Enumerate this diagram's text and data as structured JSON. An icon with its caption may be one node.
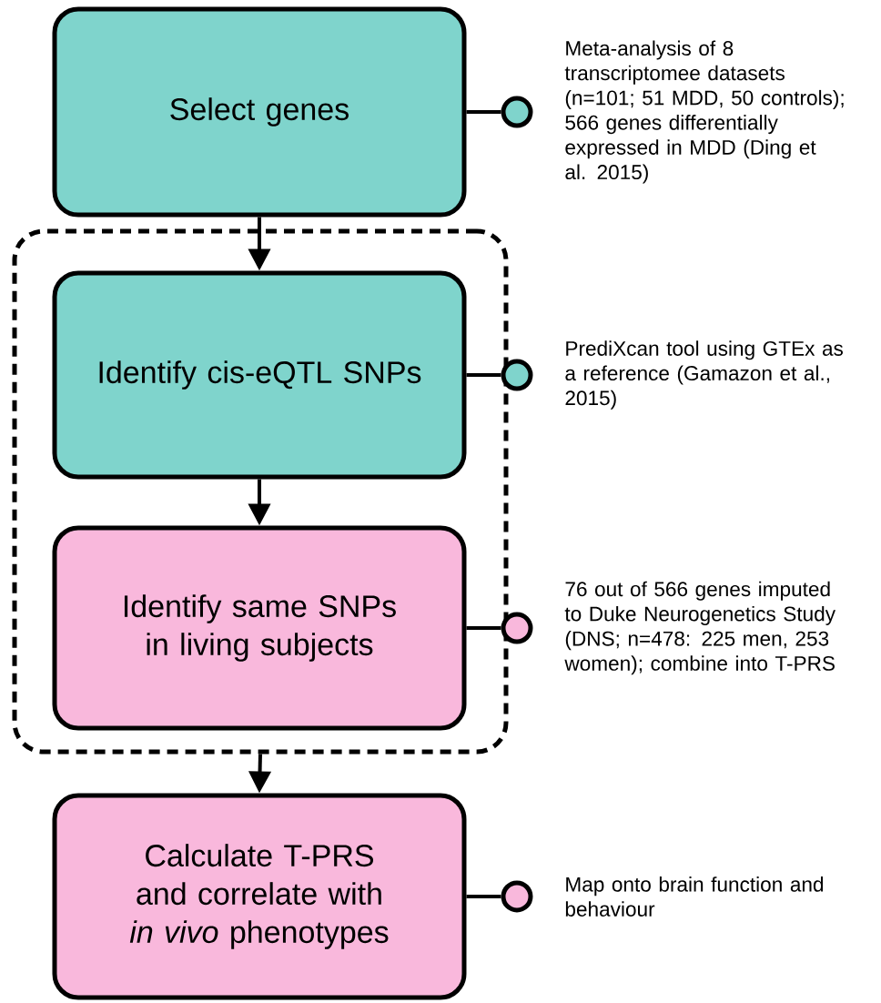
{
  "diagram": {
    "nodes": [
      {
        "text": [
          "Select genes"
        ]
      },
      {
        "text": [],
        "shape": "box"
      },
      {
        "text": [
          "Identify cis-eQTL SNPs"
        ],
        "in": 1
      },
      {
        "text": [
          "Identify same SNPs in living subjects"
        ],
        "in": 1
      },
      {
        "text": [
          "Calculate T-PRS and correlate with *in vivo* phenotypes"
        ]
      },
      {
        "text": [],
        "shape": "circle",
        "beside": [
          "Meta-analysis of 8 transcriptomee datasets (n=101; 51 MDD, 50 controls); 566 genes differentially expressed in MDD (Ding et al. 2015)"
        ]
      },
      {
        "text": [],
        "shape": "circle",
        "beside": [
          "PrediXcan tool using GTEx as a reference (Gamazon et al., 2015)"
        ]
      },
      {
        "text": [],
        "shape": "circle",
        "beside": [
          "76 out of 566 genes imputed to Duke Neurogenetics Study (DNS; n=478: 225 men, 253 women); combine into T-PRS"
        ]
      },
      {
        "text": [],
        "shape": "circle",
        "beside": [
          "Map onto brain function and behaviour"
        ]
      }
    ],
    "edges": [
      {
        "from": 0,
        "to": 2,
        "arrow": "to"
      },
      {
        "from": 2,
        "to": 3,
        "arrow": "to"
      },
      {
        "from": 1,
        "to": 4,
        "arrow": "to"
      },
      {
        "from": 0,
        "to": 5,
        "arrow": "none"
      },
      {
        "from": 2,
        "to": 6,
        "arrow": "none"
      },
      {
        "from": 3,
        "to": 7,
        "arrow": "none"
      },
      {
        "from": 4,
        "to": 8,
        "arrow": "none"
      }
    ]
  }
}
